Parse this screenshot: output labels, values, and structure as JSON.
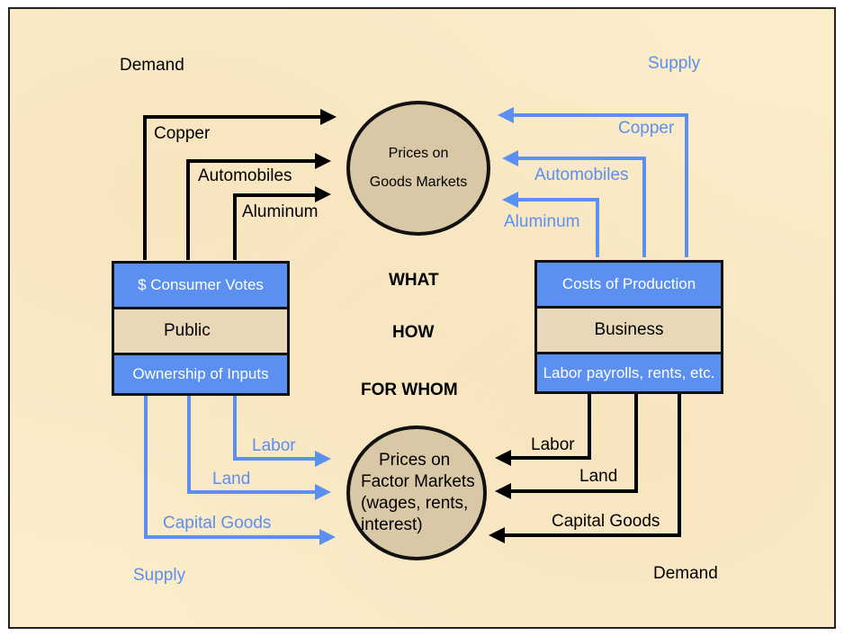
{
  "diagram": {
    "title": "Circular flow of goods and factor markets",
    "colors": {
      "demand": "#000000",
      "supply": "#5b8ff0",
      "box_blue": "#5b8ff0",
      "box_tan": "#e8d8b8",
      "circle_fill": "#d9c8a6",
      "background": "#fbecca"
    },
    "corner_labels": {
      "top_left": "Demand",
      "top_right": "Supply",
      "bottom_left": "Supply",
      "bottom_right": "Demand"
    },
    "goods_market": {
      "line1": "Prices on",
      "line2": "Goods Markets"
    },
    "factor_market": {
      "line1": "Prices on",
      "line2": "Factor Markets",
      "line3": "(wages, rents,",
      "line4": "interest)"
    },
    "questions": [
      "WHAT",
      "HOW",
      "FOR WHOM"
    ],
    "public_box": {
      "top": "$ Consumer Votes",
      "middle": "Public",
      "bottom": "Ownership of Inputs"
    },
    "business_box": {
      "top": "Costs of Production",
      "middle": "Business",
      "bottom": "Labor payrolls, rents, etc."
    },
    "goods_demand_arrows": [
      "Copper",
      "Automobiles",
      "Aluminum"
    ],
    "goods_supply_arrows": [
      "Copper",
      "Automobiles",
      "Aluminum"
    ],
    "factor_supply_arrows": [
      "Labor",
      "Land",
      "Capital Goods"
    ],
    "factor_demand_arrows": [
      "Labor",
      "Land",
      "Capital Goods"
    ]
  }
}
